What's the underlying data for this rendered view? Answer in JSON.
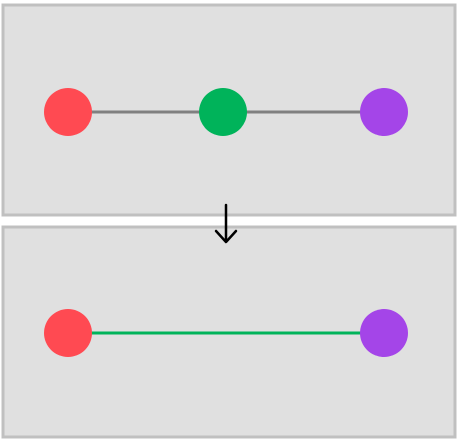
{
  "colors": {
    "panel_fill": "#e0e0e0",
    "panel_border": "#c0c0c0",
    "node_red": "#ff4a52",
    "node_green": "#00b35a",
    "node_purple": "#a445e8",
    "connector_gray": "#808080",
    "connector_green": "#00b35a",
    "arrow": "#000000"
  },
  "diagram": {
    "before": {
      "nodes": [
        {
          "id": "red",
          "color": "node_red"
        },
        {
          "id": "green",
          "color": "node_green"
        },
        {
          "id": "purple",
          "color": "node_purple"
        }
      ],
      "edges": [
        {
          "from": "red",
          "to": "green",
          "color": "connector_gray"
        },
        {
          "from": "green",
          "to": "purple",
          "color": "connector_gray"
        }
      ]
    },
    "transition_icon": "down-arrow-icon",
    "after": {
      "nodes": [
        {
          "id": "red",
          "color": "node_red"
        },
        {
          "id": "purple",
          "color": "node_purple"
        }
      ],
      "edges": [
        {
          "from": "red",
          "to": "purple",
          "color": "connector_green"
        }
      ]
    }
  }
}
